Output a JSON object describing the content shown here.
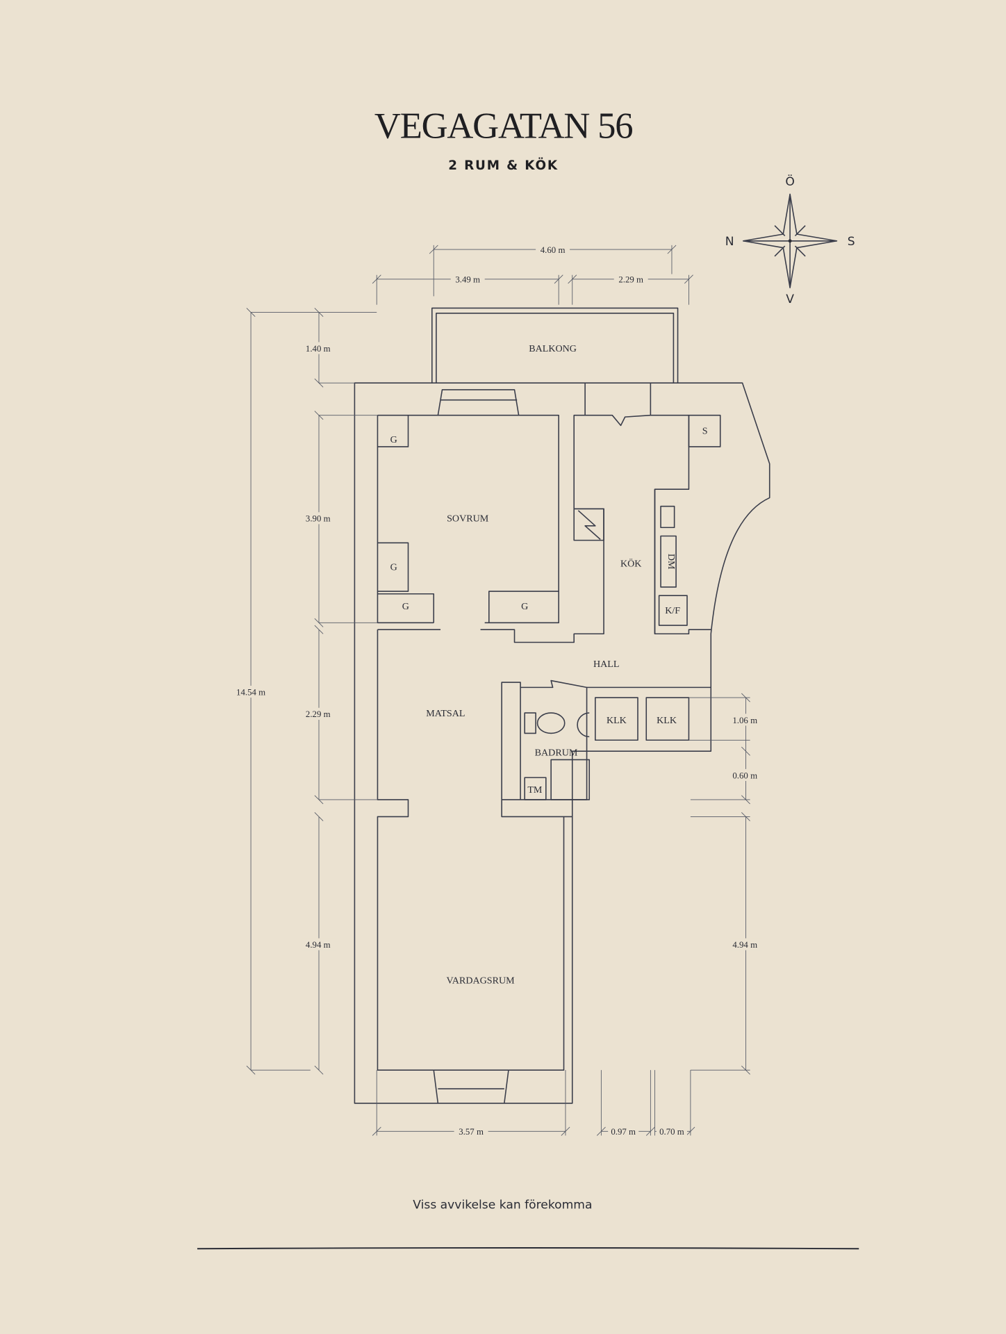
{
  "header": {
    "title": "VEGAGATAN 56",
    "subtitle": "2 RUM & KÖK"
  },
  "compass": {
    "north": "N",
    "south": "S",
    "east": "Ö",
    "west": "V"
  },
  "rooms": {
    "balkong": "BALKONG",
    "sovrum": "SOVRUM",
    "kok": "KÖK",
    "hall": "HALL",
    "matsal": "MATSAL",
    "badrum": "BADRUM",
    "vardagsrum": "VARDAGSRUM",
    "klk1": "KLK",
    "klk2": "KLK",
    "g1": "G",
    "g2": "G",
    "g3": "G",
    "g4": "G",
    "s": "S",
    "dm": "DM",
    "kf": "K/F",
    "tm": "TM"
  },
  "dimensions": {
    "top_total": "4.60 m",
    "top_left": "3.49 m",
    "top_right": "2.29 m",
    "left_total": "14.54 m",
    "left_1": "1.40 m",
    "left_2": "3.90 m",
    "left_3": "2.29 m",
    "left_4": "4.94 m",
    "right_1": "1.06 m",
    "right_2": "0.60 m",
    "right_3": "4.94 m",
    "bottom_1": "3.57 m",
    "bottom_2": "0.97 m",
    "bottom_3": "0.70 m"
  },
  "footer": {
    "note": "Viss avvikelse kan förekomma"
  },
  "colors": {
    "background": "#ebe2d1",
    "ink": "#3a3d4a"
  }
}
